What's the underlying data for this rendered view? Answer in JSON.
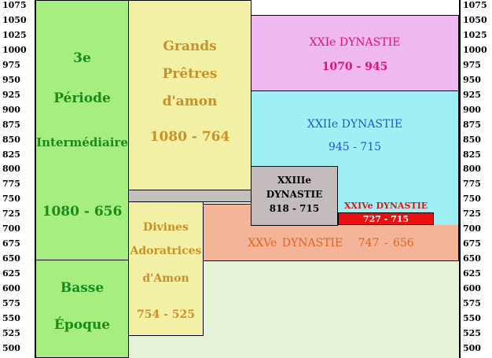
{
  "axis_ticks": [
    "1075",
    "1050",
    "1025",
    "1000",
    "975",
    "950",
    "925",
    "900",
    "875",
    "850",
    "825",
    "800",
    "775",
    "750",
    "725",
    "700",
    "675",
    "650",
    "625",
    "600",
    "575",
    "550",
    "525",
    "500"
  ],
  "periode": {
    "l1": "3e",
    "l2": "Période",
    "l3": "Intermédiaire",
    "range": "1080 - 656",
    "color": "#1a8a1a",
    "bg": "#a6ee80"
  },
  "basse_epoque": {
    "l1": "Basse",
    "l2": "Époque",
    "color": "#1a8a1a",
    "bg": "#a6ee80"
  },
  "grands_pretres": {
    "l1": "Grands",
    "l2": "Prêtres",
    "l3": "d'amon",
    "range": "1080 - 764",
    "color": "#c8902a",
    "bg": "#f2f0a4"
  },
  "divines": {
    "l1": "Divines",
    "l2": "Adoratrices",
    "l3": "d'Amon",
    "range": "754 - 525",
    "color": "#c8902a",
    "bg": "#f2f0a4"
  },
  "dyn21": {
    "title": "XXIe DYNASTIE",
    "range": "1070 - 945",
    "color": "#e0146e",
    "bg": "#f0b8f0"
  },
  "dyn22": {
    "title": "XXIIe DYNASTIE",
    "range": "945 - 715",
    "color": "#1a5ad0",
    "bg": "#9ef0f4"
  },
  "dyn23": {
    "l1": "XXIIIe",
    "l2": "DYNASTIE",
    "range": "818 - 715",
    "color": "#000000",
    "bg": "#c4bcbc"
  },
  "dyn24": {
    "title": "XXIVe DYNASTIE",
    "range": "727 - 715",
    "color": "#e01414",
    "bar_bg": "#e81010",
    "bar_text": "#ffffff"
  },
  "dyn25": {
    "title": "XXVe DYNASTIE",
    "range": "747 - 656",
    "color": "#e0641a",
    "bg": "#f4b49a"
  },
  "background_gray": "#c0c0c0",
  "background_green": "#e6f4da"
}
